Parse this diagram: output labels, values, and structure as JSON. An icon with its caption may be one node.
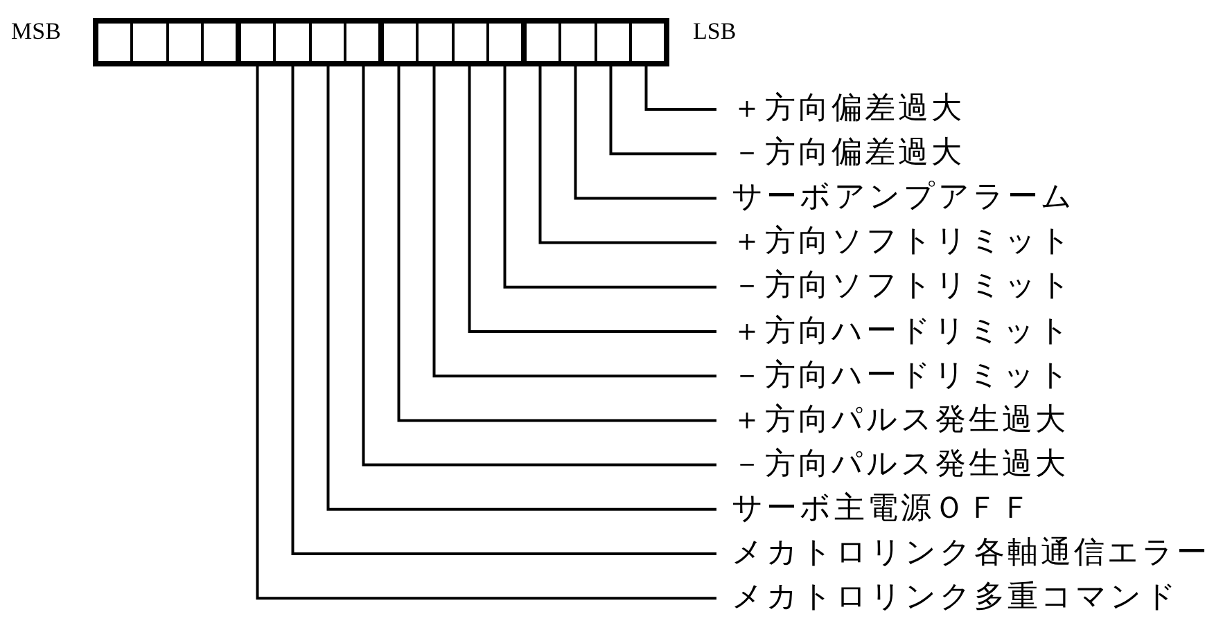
{
  "diagram": {
    "nodes": [
      {
        "text": [],
        "shape": "bar"
      },
      {
        "text": [],
        "shape": "box",
        "in": 0
      },
      {
        "text": [],
        "shape": "box",
        "in": 0
      },
      {
        "text": [],
        "shape": "box",
        "in": 0
      },
      {
        "text": [],
        "shape": "box",
        "in": 0
      },
      {
        "text": [],
        "shape": "box",
        "in": 0
      },
      {
        "text": [],
        "shape": "box",
        "in": 0
      },
      {
        "text": [],
        "shape": "box",
        "in": 0
      },
      {
        "text": [],
        "shape": "box",
        "in": 0
      },
      {
        "text": [],
        "shape": "box",
        "in": 0
      },
      {
        "text": [],
        "shape": "box",
        "in": 0
      },
      {
        "text": [],
        "shape": "box",
        "in": 0
      },
      {
        "text": [],
        "shape": "box",
        "in": 0
      },
      {
        "text": [],
        "shape": "box",
        "in": 0
      },
      {
        "text": [],
        "shape": "box",
        "in": 0
      },
      {
        "text": [],
        "shape": "box",
        "in": 0
      },
      {
        "text": [],
        "shape": "box",
        "in": 0
      },
      {
        "text": [
          "＋方向偏差過大"
        ]
      },
      {
        "text": [
          "－方向偏差過大"
        ]
      },
      {
        "text": [
          "サーボアンプアラーム"
        ]
      },
      {
        "text": [
          "＋方向ソフトリミット"
        ]
      },
      {
        "text": [
          "－方向ソフトリミット"
        ]
      },
      {
        "text": [
          "＋方向ハードリミット"
        ]
      },
      {
        "text": [
          "－方向ハードリミット"
        ]
      },
      {
        "text": [
          "＋方向パルス発生過大"
        ]
      },
      {
        "text": [
          "－方向パルス発生過大"
        ]
      },
      {
        "text": [
          "サーボ主電源ＯＦＦ"
        ]
      },
      {
        "text": [
          "メカトロリンク各軸通信エラー"
        ]
      },
      {
        "text": [
          "メカトロリンク多重コマンド"
        ]
      }
    ],
    "edges": [
      {
        "from": 17,
        "to": 16,
        "arrow": "none"
      },
      {
        "from": 18,
        "to": 15,
        "arrow": "none"
      },
      {
        "from": 19,
        "to": 14,
        "arrow": "none"
      },
      {
        "from": 20,
        "to": 13,
        "arrow": "none"
      },
      {
        "from": 21,
        "to": 12,
        "arrow": "none"
      },
      {
        "from": 22,
        "to": 11,
        "arrow": "none"
      },
      {
        "from": 23,
        "to": 10,
        "arrow": "none"
      },
      {
        "from": 24,
        "to": 9,
        "arrow": "none"
      },
      {
        "from": 25,
        "to": 8,
        "arrow": "none"
      },
      {
        "from": 26,
        "to": 7,
        "arrow": "none"
      },
      {
        "from": 27,
        "to": 6,
        "arrow": "none"
      },
      {
        "from": 28,
        "to": 5,
        "arrow": "none"
      }
    ],
    "labels": [
      "MSB",
      "LSB"
    ]
  }
}
